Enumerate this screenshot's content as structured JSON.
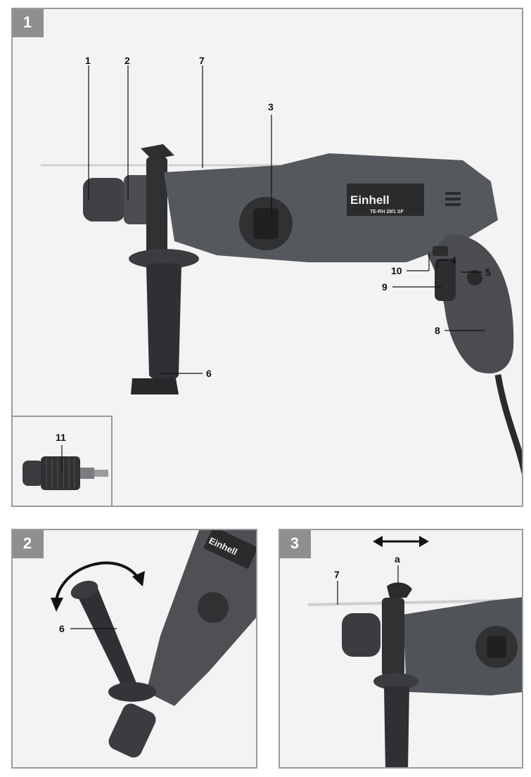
{
  "figures": [
    {
      "number": "1",
      "labels": [
        "1",
        "2",
        "7",
        "3",
        "4",
        "10",
        "5",
        "9",
        "8",
        "6"
      ],
      "inset_label": "11",
      "brand": "Einhell",
      "model": "TE-RH 28/1 SF"
    },
    {
      "number": "2",
      "labels": [
        "6"
      ],
      "brand": "Einhell"
    },
    {
      "number": "3",
      "labels": [
        "a",
        "7"
      ]
    }
  ]
}
